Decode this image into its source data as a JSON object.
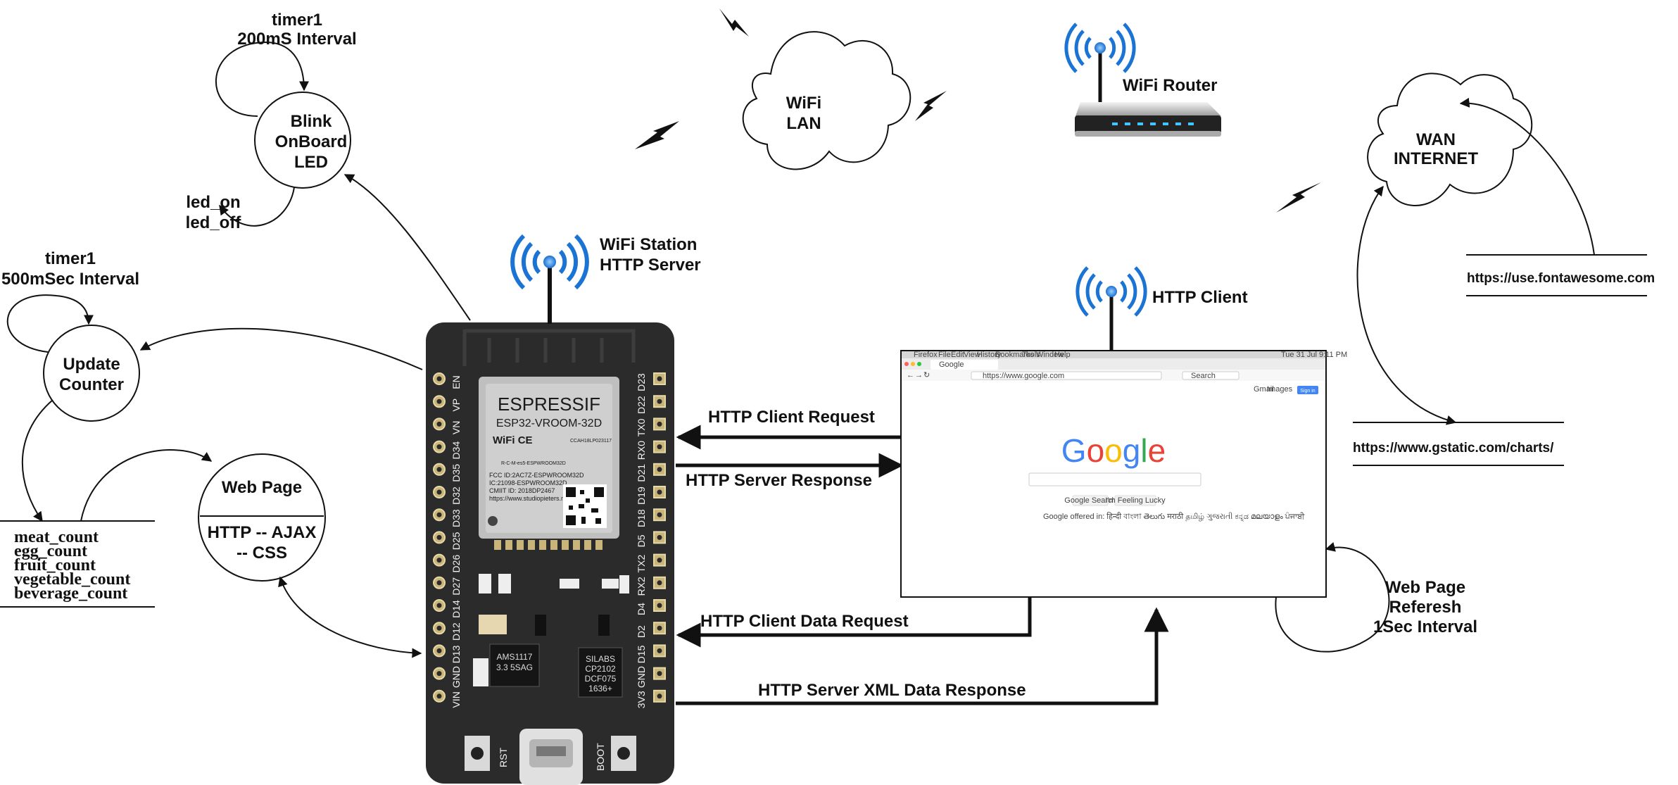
{
  "states": {
    "blink": {
      "lines": [
        "Blink",
        "OnBoard",
        "LED"
      ]
    },
    "blink_timer": {
      "lines": [
        "timer1",
        "200mS Interval"
      ]
    },
    "blink_vars": {
      "lines": [
        "led_on",
        "led_off"
      ]
    },
    "update": {
      "lines": [
        "Update",
        "Counter"
      ]
    },
    "update_timer": {
      "lines": [
        "timer1",
        "500mSec Interval"
      ]
    },
    "webpage": {
      "title": "Web Page",
      "lines": [
        "HTTP -- AJAX",
        "-- CSS"
      ]
    },
    "refresh": {
      "lines": [
        "Web Page",
        "Referesh",
        "1Sec Interval"
      ]
    }
  },
  "counters": [
    "meat_count",
    "egg_count",
    "fruit_count",
    "vegetable_count",
    "beverage_count"
  ],
  "network": {
    "lan_cloud": [
      "WiFi",
      "LAN"
    ],
    "wan_cloud": [
      "WAN",
      "INTERNET"
    ],
    "router": "WiFi Router",
    "station": [
      "WiFi Station",
      "HTTP Server"
    ],
    "client": "HTTP Client"
  },
  "urls": {
    "fontawesome": "https://use.fontawesome.com",
    "gstatic": "https://www.gstatic.com/charts/"
  },
  "messages": {
    "client_request": "HTTP Client Request",
    "server_response": "HTTP Server Response",
    "data_request": "HTTP Client Data Request",
    "xml_response": "HTTP Server XML Data Response"
  },
  "board": {
    "brand": "ESPRESSIF",
    "module": "ESP32-VROOM-32D",
    "fcc": [
      "FCC ID:2AC7Z-ESPWROOM32D",
      "IC:21098-ESPWROOM32D",
      "CMIIT ID: 2018DP2467",
      "https://www.studiopieters.nl"
    ],
    "cert": "R-C-M-es5-ESPWROOM32D",
    "ccah": "CCAH18LP023117",
    "left_pins": [
      "EN",
      "VP",
      "VN",
      "D34",
      "D35",
      "D32",
      "D33",
      "D25",
      "D26",
      "D27",
      "D14",
      "D12",
      "D13",
      "GND",
      "VIN"
    ],
    "right_pins": [
      "D23",
      "D22",
      "TX0",
      "RX0",
      "D21",
      "D19",
      "D18",
      "D5",
      "TX2",
      "RX2",
      "D4",
      "D2",
      "D15",
      "GND",
      "3V3"
    ],
    "rst": "RST",
    "boot": "BOOT",
    "regulator": [
      "AMS1117",
      "3.3 5SAG"
    ],
    "usb_chip": [
      "SILABS",
      "CP2102",
      "DCF075",
      "1636+"
    ]
  },
  "browser": {
    "app": "Firefox",
    "menu": [
      "File",
      "Edit",
      "View",
      "History",
      "Bookmarks",
      "Tools",
      "Window",
      "Help"
    ],
    "tab": "Google",
    "url": "https://www.google.com",
    "search_placeholder": "Search",
    "top_links": [
      "Gmail",
      "Images"
    ],
    "sign_in": "Sign in",
    "buttons": [
      "Google Search",
      "I'm Feeling Lucky"
    ],
    "offered": "Google offered in: हिन्दी বাংলা తెలుగు मराठी தமிழ் ગુજરાતી ಕನ್ನಡ മലയാളം ਪੰਜਾਬੀ",
    "clock": "Tue 31 Jul  9:11 PM"
  }
}
